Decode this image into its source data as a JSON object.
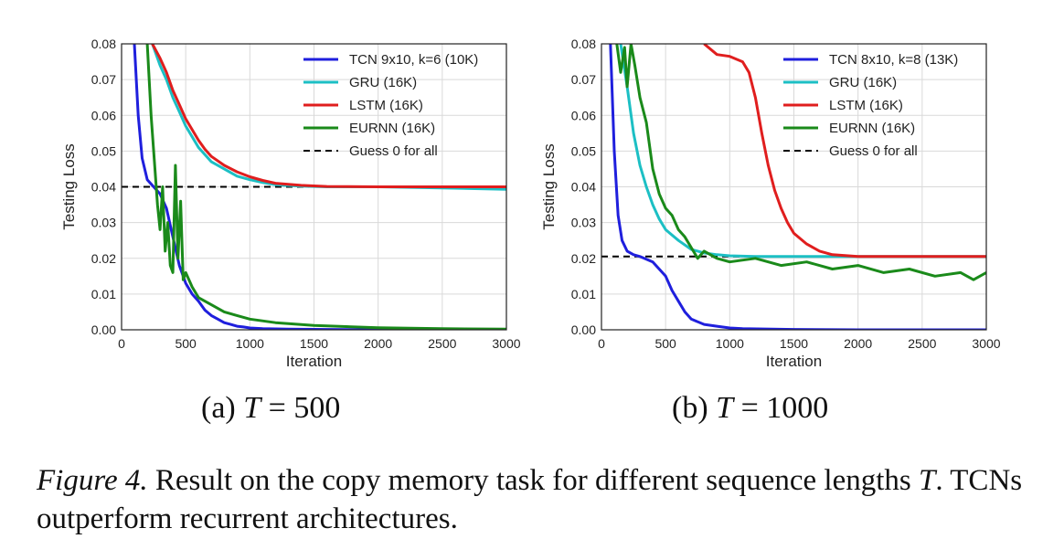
{
  "chart_data": [
    {
      "type": "line",
      "subcaption_prefix": "(a)",
      "subcaption_var": "T",
      "subcaption_eq": "=",
      "subcaption_value": "500",
      "xlabel": "Iteration",
      "ylabel": "Testing Loss",
      "xlim": [
        0,
        3000
      ],
      "ylim": [
        0,
        0.08
      ],
      "xticks": [
        0,
        500,
        1000,
        1500,
        2000,
        2500,
        3000
      ],
      "yticks": [
        "0.00",
        "0.01",
        "0.02",
        "0.03",
        "0.04",
        "0.05",
        "0.06",
        "0.07",
        "0.08"
      ],
      "grid": true,
      "legend_position": "top-right",
      "series": [
        {
          "name": "TCN 9x10, k=6 (10K)",
          "color": "#1f1fdd",
          "x": [
            100,
            130,
            160,
            200,
            250,
            300,
            350,
            400,
            450,
            500,
            550,
            600,
            650,
            700,
            750,
            800,
            850,
            900,
            950,
            1000,
            1100,
            1300,
            1600,
            2000,
            3000
          ],
          "y": [
            0.08,
            0.06,
            0.048,
            0.042,
            0.04,
            0.038,
            0.034,
            0.026,
            0.018,
            0.013,
            0.01,
            0.008,
            0.0055,
            0.004,
            0.003,
            0.002,
            0.0015,
            0.001,
            0.0008,
            0.0005,
            0.0003,
            0.0002,
            0.0001,
            0.0,
            0.0
          ]
        },
        {
          "name": "GRU (16K)",
          "color": "#1cbfc4",
          "x": [
            240,
            300,
            350,
            400,
            450,
            500,
            550,
            600,
            650,
            700,
            800,
            900,
            1000,
            1100,
            1200,
            1400,
            1600,
            2000,
            2500,
            3000
          ],
          "y": [
            0.08,
            0.074,
            0.07,
            0.065,
            0.061,
            0.057,
            0.054,
            0.051,
            0.049,
            0.047,
            0.045,
            0.043,
            0.042,
            0.0412,
            0.0406,
            0.0402,
            0.04,
            0.04,
            0.0397,
            0.0393
          ]
        },
        {
          "name": "LSTM (16K)",
          "color": "#e01e1e",
          "x": [
            240,
            300,
            350,
            400,
            450,
            500,
            550,
            600,
            650,
            700,
            800,
            900,
            1000,
            1100,
            1200,
            1400,
            1600,
            2000,
            2500,
            3000
          ],
          "y": [
            0.08,
            0.076,
            0.072,
            0.067,
            0.063,
            0.059,
            0.056,
            0.053,
            0.0505,
            0.0485,
            0.046,
            0.0442,
            0.0428,
            0.0418,
            0.041,
            0.0404,
            0.0401,
            0.04,
            0.04,
            0.04
          ]
        },
        {
          "name": "EURNN (16K)",
          "color": "#1a8a1a",
          "x": [
            200,
            230,
            260,
            280,
            300,
            320,
            340,
            360,
            380,
            400,
            420,
            440,
            460,
            480,
            500,
            550,
            600,
            700,
            800,
            900,
            1000,
            1200,
            1500,
            2000,
            2500,
            3000
          ],
          "y": [
            0.08,
            0.06,
            0.045,
            0.035,
            0.028,
            0.04,
            0.022,
            0.03,
            0.018,
            0.016,
            0.046,
            0.02,
            0.036,
            0.014,
            0.016,
            0.012,
            0.009,
            0.007,
            0.005,
            0.004,
            0.003,
            0.002,
            0.0012,
            0.0006,
            0.0003,
            0.0002
          ]
        },
        {
          "name": "Guess 0 for all",
          "color": "#000000",
          "dashed": true,
          "x": [
            0,
            3000
          ],
          "y": [
            0.04,
            0.04
          ]
        }
      ]
    },
    {
      "type": "line",
      "subcaption_prefix": "(b)",
      "subcaption_var": "T",
      "subcaption_eq": "=",
      "subcaption_value": "1000",
      "xlabel": "Iteration",
      "ylabel": "Testing Loss",
      "xlim": [
        0,
        3000
      ],
      "ylim": [
        0,
        0.08
      ],
      "xticks": [
        0,
        500,
        1000,
        1500,
        2000,
        2500,
        3000
      ],
      "yticks": [
        "0.00",
        "0.01",
        "0.02",
        "0.03",
        "0.04",
        "0.05",
        "0.06",
        "0.07",
        "0.08"
      ],
      "grid": true,
      "legend_position": "top-right",
      "series": [
        {
          "name": "TCN 8x10, k=8 (13K)",
          "color": "#1f1fdd",
          "x": [
            70,
            100,
            130,
            160,
            200,
            250,
            300,
            400,
            500,
            550,
            600,
            650,
            700,
            800,
            900,
            1000,
            1100,
            1500,
            2000,
            3000
          ],
          "y": [
            0.08,
            0.05,
            0.032,
            0.025,
            0.022,
            0.021,
            0.0205,
            0.019,
            0.015,
            0.011,
            0.008,
            0.005,
            0.003,
            0.0015,
            0.001,
            0.0005,
            0.0003,
            0.0001,
            0.0,
            0.0
          ]
        },
        {
          "name": "GRU (16K)",
          "color": "#1cbfc4",
          "x": [
            150,
            200,
            250,
            300,
            350,
            400,
            450,
            500,
            600,
            700,
            800,
            900,
            1000,
            1200,
            1500,
            2000,
            3000
          ],
          "y": [
            0.08,
            0.068,
            0.055,
            0.046,
            0.04,
            0.035,
            0.031,
            0.028,
            0.025,
            0.0225,
            0.0215,
            0.021,
            0.0207,
            0.0205,
            0.0205,
            0.0205,
            0.0205
          ]
        },
        {
          "name": "LSTM (16K)",
          "color": "#e01e1e",
          "x": [
            800,
            900,
            1000,
            1100,
            1150,
            1200,
            1250,
            1300,
            1350,
            1400,
            1450,
            1500,
            1600,
            1700,
            1800,
            2000,
            2500,
            3000
          ],
          "y": [
            0.08,
            0.077,
            0.0765,
            0.075,
            0.072,
            0.065,
            0.055,
            0.046,
            0.039,
            0.034,
            0.03,
            0.027,
            0.024,
            0.022,
            0.021,
            0.0205,
            0.0205,
            0.0205
          ]
        },
        {
          "name": "EURNN (16K)",
          "color": "#1a8a1a",
          "x": [
            120,
            150,
            180,
            200,
            230,
            260,
            300,
            350,
            400,
            450,
            500,
            550,
            600,
            650,
            700,
            750,
            800,
            900,
            1000,
            1200,
            1400,
            1600,
            1800,
            2000,
            2200,
            2400,
            2600,
            2800,
            2900,
            3000
          ],
          "y": [
            0.08,
            0.072,
            0.079,
            0.068,
            0.08,
            0.074,
            0.065,
            0.058,
            0.045,
            0.038,
            0.034,
            0.032,
            0.028,
            0.026,
            0.023,
            0.02,
            0.022,
            0.02,
            0.019,
            0.02,
            0.018,
            0.019,
            0.017,
            0.018,
            0.016,
            0.017,
            0.015,
            0.016,
            0.014,
            0.016
          ]
        },
        {
          "name": "Guess 0 for all",
          "color": "#000000",
          "dashed": true,
          "x": [
            0,
            3000
          ],
          "y": [
            0.0205,
            0.0205
          ]
        }
      ]
    }
  ],
  "caption": {
    "label": "Figure 4.",
    "text_1": " Result on the copy memory task for different sequence lengths ",
    "var": "T",
    "text_2": ". TCNs outperform recurrent architectures."
  }
}
